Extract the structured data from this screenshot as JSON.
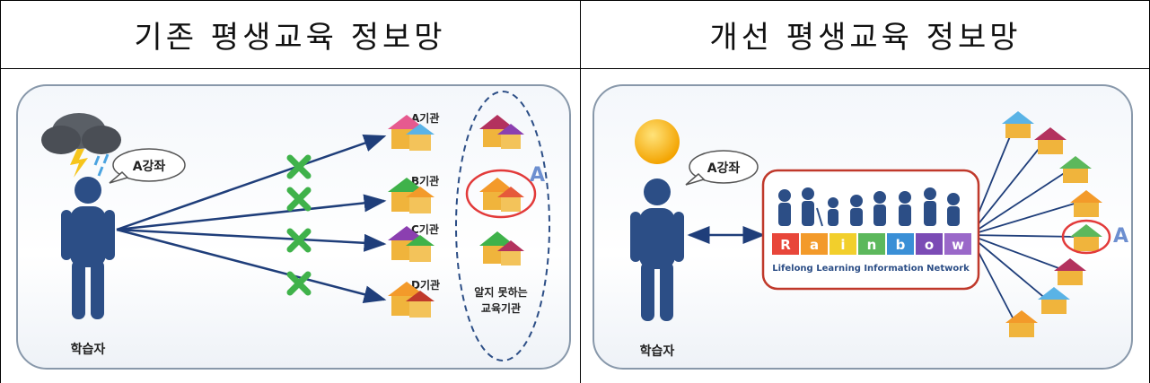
{
  "headers": {
    "left": "기존 평생교육 정보망",
    "right": "개선 평생교육 정보망"
  },
  "left_panel": {
    "bubble": "A강좌",
    "learner": "학습자",
    "institutions": [
      "A기관",
      "B기관",
      "C기관",
      "D기관"
    ],
    "unknown_label_line1": "알지 못하는",
    "unknown_label_line2": "교육기관",
    "marker": "A"
  },
  "right_panel": {
    "bubble": "A강좌",
    "learner": "학습자",
    "rainbow_letters": [
      "R",
      "a",
      "i",
      "n",
      "b",
      "o",
      "w"
    ],
    "rainbow_colors": [
      "#e8463a",
      "#f39a2a",
      "#f2cf2c",
      "#5cb85c",
      "#3a8fd6",
      "#7b4bb5",
      "#9a68c9"
    ],
    "network_caption": "Lifelong Learning Information Network",
    "marker": "A"
  },
  "colors": {
    "person": "#2c4e86",
    "arrow": "#1f3e7a",
    "cross": "#3fb24a",
    "highlight": "#e23a3a",
    "frame_border": "#c0392b",
    "sun": "#f6b40e"
  }
}
